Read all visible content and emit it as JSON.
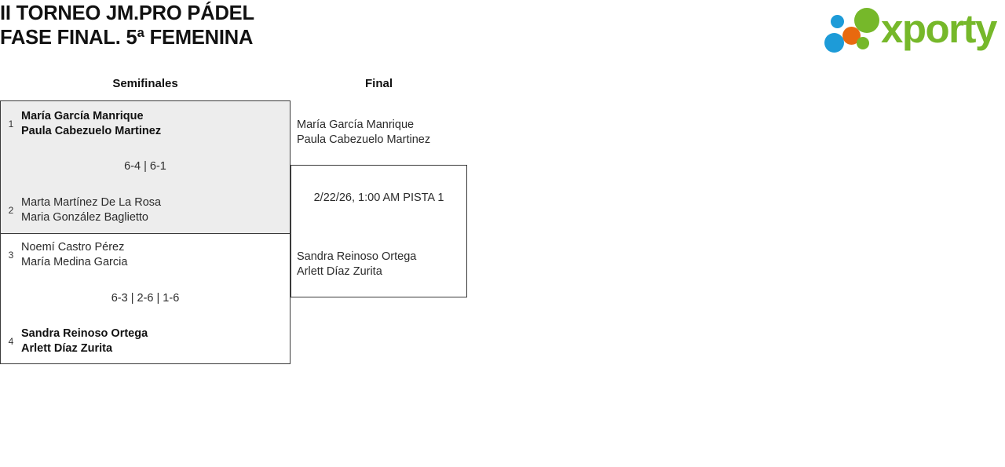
{
  "header": {
    "title": "II TORNEO JM.PRO PÁDEL\nFASE FINAL. 5ª FEMENINA",
    "logo_text": "xporty",
    "colors": {
      "green": "#76b82a",
      "blue": "#1d9bd8",
      "orange": "#e8690f",
      "shaded_row": "#ededed",
      "border": "#3a3a3a"
    }
  },
  "rounds": [
    {
      "label": "Semifinales"
    },
    {
      "label": "Final"
    }
  ],
  "bracket": {
    "semifinals": [
      {
        "shaded": true,
        "top": {
          "seed": "1",
          "names": "María García Manrique\nPaula Cabezuelo Martinez",
          "winner": true
        },
        "bottom": {
          "seed": "2",
          "names": "Marta Martínez De La Rosa\nMaria González Baglietto",
          "winner": false
        },
        "score": "6-4 | 6-1"
      },
      {
        "shaded": false,
        "top": {
          "seed": "3",
          "names": "Noemí Castro Pérez\nMaría Medina Garcia",
          "winner": false
        },
        "bottom": {
          "seed": "4",
          "names": "Sandra Reinoso Ortega\nArlett Díaz Zurita",
          "winner": true
        },
        "score": "6-3 | 2-6 | 1-6"
      }
    ],
    "final": {
      "top": {
        "names": "María García Manrique\nPaula Cabezuelo Martinez"
      },
      "bottom": {
        "names": "Sandra Reinoso Ortega\nArlett Díaz Zurita"
      },
      "schedule": "2/22/26, 1:00 AM PISTA 1"
    }
  }
}
